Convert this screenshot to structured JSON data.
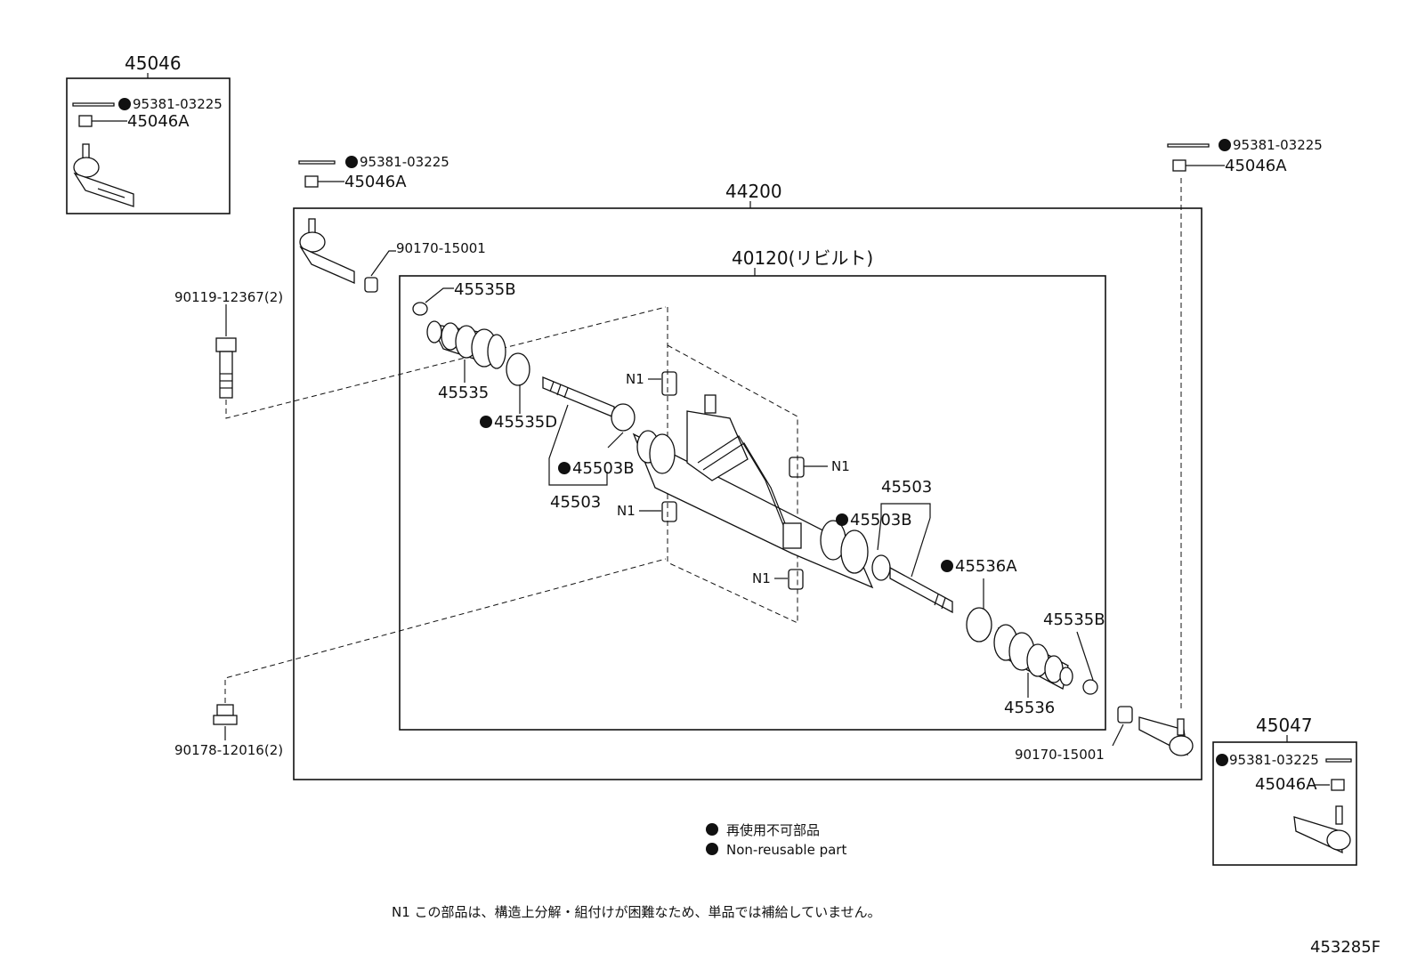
{
  "diagram_id": "453285F",
  "legend": {
    "ja": "再使用不可部品",
    "en": "Non-reusable part"
  },
  "note": "N1  この部品は、構造上分解・組付けが困難なため、単品では補給していません。",
  "boxes": {
    "left_tie_rod_end": "45046",
    "right_tie_rod_end": "45047",
    "steering_gear_assy": "44200",
    "rebuilt_gear": "40120(リビルト)"
  },
  "labels": {
    "cotter_pin_box_left": "95381-03225",
    "nut_box_left": "45046A",
    "cotter_pin_left": "95381-03225",
    "nut_left": "45046A",
    "lock_nut_left": "90170-15001",
    "bolt": "90119-12367(2)",
    "nut_bottom": "90178-12016(2)",
    "clamp_left": "45535B",
    "boot_left": "45535",
    "clip_left": "45535D",
    "claw_washer_left": "45503B",
    "rack_end_left": "45503",
    "n1_a": "N1",
    "n1_b": "N1",
    "n1_c": "N1",
    "n1_d": "N1",
    "rack_end_right": "45503",
    "claw_washer_right": "45503B",
    "clip_right": "45536A",
    "clamp_right": "45535B",
    "boot_right": "45536",
    "lock_nut_right": "90170-15001",
    "cotter_pin_right": "95381-03225",
    "nut_right": "45046A",
    "cotter_pin_box_right": "95381-03225",
    "nut_box_right": "45046A"
  }
}
